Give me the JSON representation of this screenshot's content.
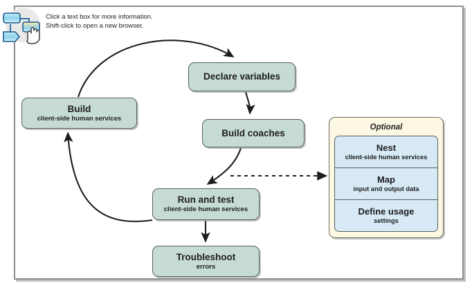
{
  "frame": {
    "border_color": "#8e8e8e",
    "background": "#ffffff"
  },
  "hint": {
    "icon_name": "flowchart-click-hand-icon",
    "line1": "Click a text box for more information.",
    "line2": "Shift-click to open a new browser."
  },
  "palette": {
    "node_fill": "#c6dbd3",
    "node_border": "#55605c",
    "optional_fill": "#fdf8e3",
    "optional_inner_fill": "#d6e9f5",
    "arrow_color": "#1d1d1d"
  },
  "nodes": [
    {
      "id": "build",
      "title": "Build",
      "subtitle": "client-side human services"
    },
    {
      "id": "declare",
      "title": "Declare variables",
      "subtitle": ""
    },
    {
      "id": "coaches",
      "title": "Build coaches",
      "subtitle": ""
    },
    {
      "id": "runtest",
      "title": "Run and test",
      "subtitle": "client-side human services"
    },
    {
      "id": "troubleshoot",
      "title": "Troubleshoot",
      "subtitle": "errors"
    }
  ],
  "optional": {
    "heading": "Optional",
    "items": [
      {
        "title": "Nest",
        "subtitle": "client-side human services"
      },
      {
        "title": "Map",
        "subtitle": "input and output data"
      },
      {
        "title": "Define usage",
        "subtitle": "settings"
      }
    ]
  },
  "connections": [
    {
      "from": "build",
      "to": "declare",
      "style": "solid-curve"
    },
    {
      "from": "declare",
      "to": "coaches",
      "style": "solid-curve"
    },
    {
      "from": "coaches",
      "to": "runtest",
      "style": "solid-curve"
    },
    {
      "from": "runtest",
      "to": "build",
      "style": "solid-curve-return"
    },
    {
      "from": "runtest",
      "to": "troubleshoot",
      "style": "solid-straight"
    },
    {
      "from": "coaches",
      "to": "optional",
      "style": "dashed"
    }
  ]
}
